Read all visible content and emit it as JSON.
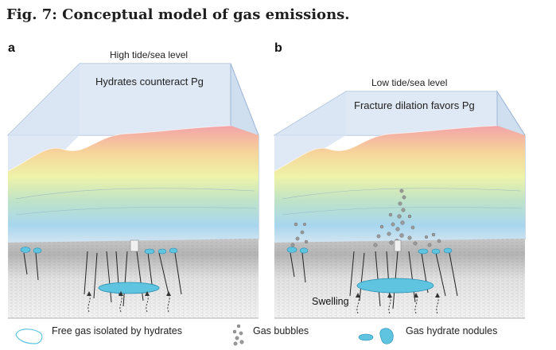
{
  "figure": {
    "title": "Fig. 7: Conceptual model of gas emissions."
  },
  "panels": [
    {
      "letter": "a",
      "caption": "High tide/sea level",
      "box_label": "Hydrates counteract Pg"
    },
    {
      "letter": "b",
      "caption": "Low tide/sea level",
      "box_label": "Fracture dilation favors Pg",
      "annotation": "Swelling"
    }
  ],
  "legend": [
    {
      "icon": "free-gas-outline-icon",
      "label": "Free gas isolated by hydrates"
    },
    {
      "icon": "gas-bubbles-icon",
      "label": "Gas bubbles"
    },
    {
      "icon": "hydrate-nodules-icon",
      "label": "Gas hydrate nodules"
    }
  ],
  "colors": {
    "water_box": "#dce8f5",
    "box_edge": "#9fb7d6",
    "hydrate": "#5ec4e0",
    "hydrate_dark": "#2a8fb4",
    "bubble": "#8a8a8a"
  }
}
